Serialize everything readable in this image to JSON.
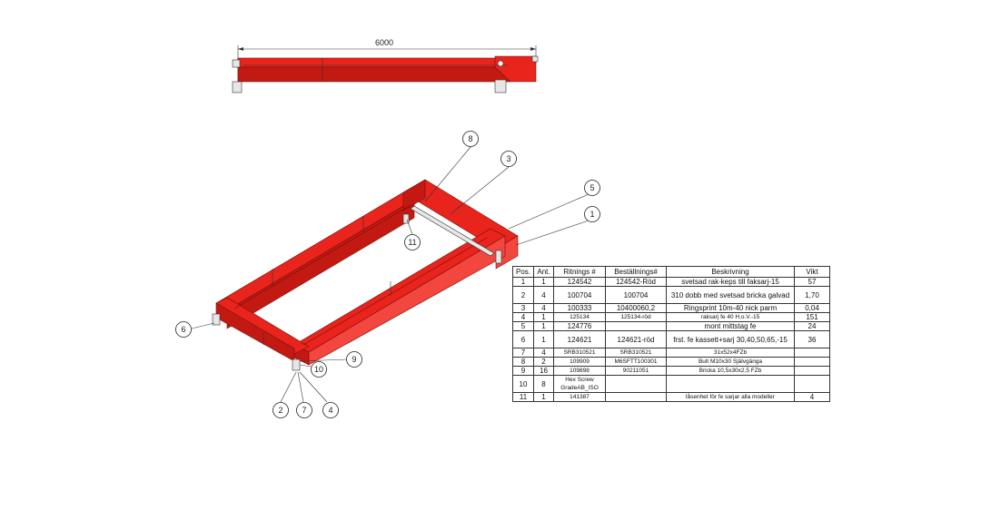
{
  "dimension": {
    "label": "6000"
  },
  "callouts": [
    "8",
    "3",
    "5",
    "1",
    "11",
    "6",
    "9",
    "10",
    "2",
    "7",
    "4"
  ],
  "bom": {
    "headers": [
      "Pos.",
      "Ant.",
      "Ritnings #",
      "Beställnings#",
      "Beskrivning",
      "Vikt"
    ],
    "rows": [
      [
        "1",
        "1",
        "124542",
        "124542-Röd",
        "svetsad rak-keps  till faksarj-15",
        "57"
      ],
      [
        "2",
        "4",
        "100704",
        "100704",
        "310  dobb med  svetsad bricka galvad",
        "1,70"
      ],
      [
        "3",
        "4",
        "100333",
        "10400060,2",
        "Ringsprint 10m-40 nick parm",
        "0,04"
      ],
      [
        "4",
        "1",
        "125134",
        "125134-röd",
        "raksarj fe 40 H.o.V.-15",
        "151"
      ],
      [
        "5",
        "1",
        "124776",
        "",
        "mont mittstag fe",
        "24"
      ],
      [
        "6",
        "1",
        "124621",
        "124621-röd",
        "frst.  fe kassett+sarj 30,40,50,65,-15",
        "36"
      ],
      [
        "7",
        "4",
        "SRB310521",
        "SRB310521",
        "31x52x4FZb",
        ""
      ],
      [
        "8",
        "2",
        "109909",
        "M6SFTT100301",
        "Bult M10x30 Självgänga",
        ""
      ],
      [
        "9",
        "16",
        "109898",
        "90211051",
        "Bricka 10,5x30x2,5 FZb",
        ""
      ],
      [
        "10",
        "8",
        "Hex Screw GradeAB_ISO",
        "",
        "",
        ""
      ],
      [
        "11",
        "1",
        "141387",
        "",
        "låsenhet för fe sarjar alla modeller",
        "4"
      ]
    ]
  }
}
